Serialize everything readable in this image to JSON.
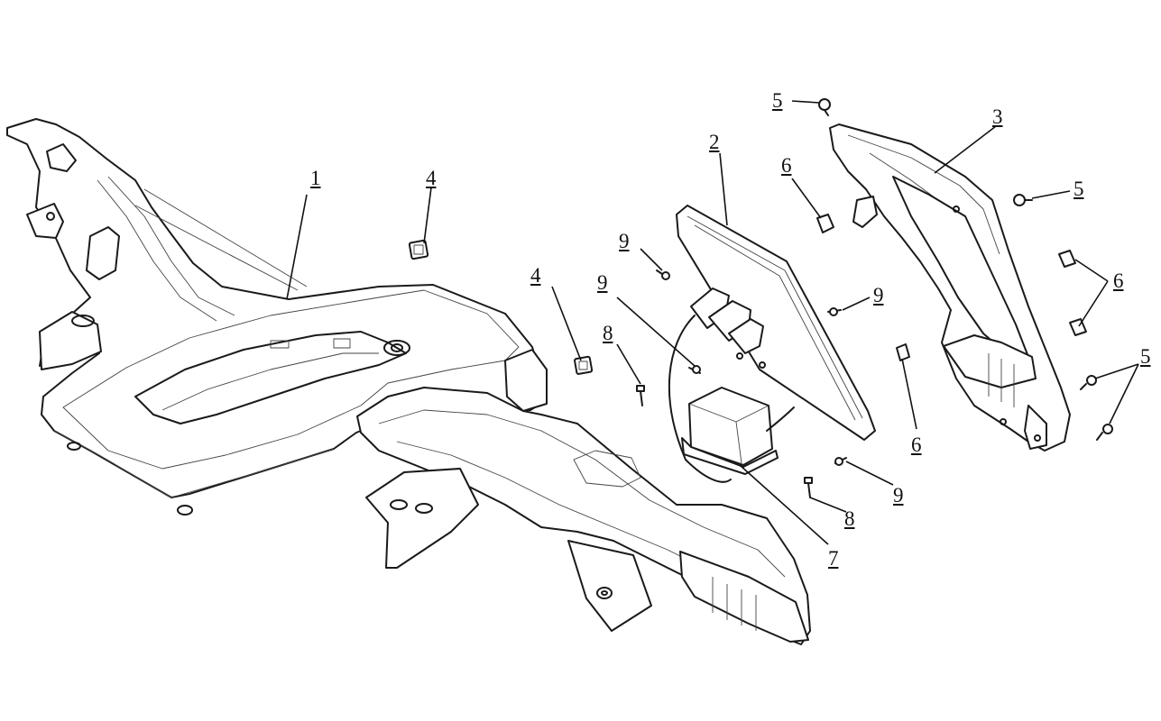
{
  "diagram": {
    "callouts": [
      {
        "id": "c1",
        "label": "1"
      },
      {
        "id": "c2",
        "label": "2"
      },
      {
        "id": "c3",
        "label": "3"
      },
      {
        "id": "c4a",
        "label": "4"
      },
      {
        "id": "c4b",
        "label": "4"
      },
      {
        "id": "c5a",
        "label": "5"
      },
      {
        "id": "c5b",
        "label": "5"
      },
      {
        "id": "c5c",
        "label": "5"
      },
      {
        "id": "c6a",
        "label": "6"
      },
      {
        "id": "c6b",
        "label": "6"
      },
      {
        "id": "c6c",
        "label": "6"
      },
      {
        "id": "c7",
        "label": "7"
      },
      {
        "id": "c8a",
        "label": "8"
      },
      {
        "id": "c8b",
        "label": "8"
      },
      {
        "id": "c9a",
        "label": "9"
      },
      {
        "id": "c9b",
        "label": "9"
      },
      {
        "id": "c9c",
        "label": "9"
      },
      {
        "id": "c9d",
        "label": "9"
      }
    ]
  }
}
